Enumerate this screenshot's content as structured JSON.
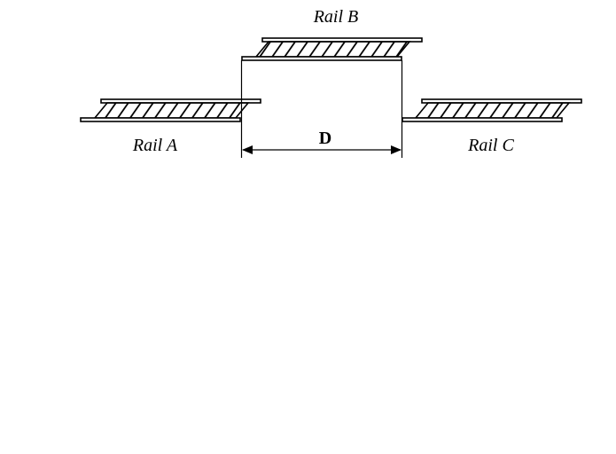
{
  "labels": {
    "rail_a": "Rail A",
    "rail_b": "Rail B",
    "rail_c": "Rail C",
    "distance": "D"
  }
}
